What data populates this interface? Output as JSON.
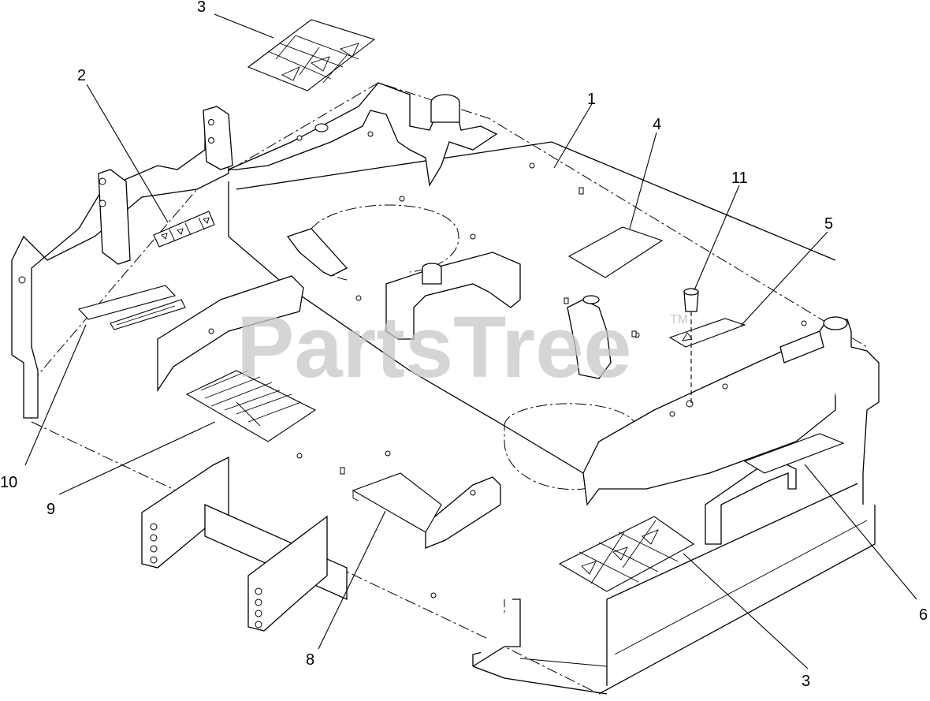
{
  "watermark": {
    "brand": "PartsTree",
    "trademark": "TM"
  },
  "callouts": [
    {
      "id": "c3a",
      "label": "3"
    },
    {
      "id": "c2",
      "label": "2"
    },
    {
      "id": "c1",
      "label": "1"
    },
    {
      "id": "c4",
      "label": "4"
    },
    {
      "id": "c11",
      "label": "11"
    },
    {
      "id": "c5",
      "label": "5"
    },
    {
      "id": "c10",
      "label": "10"
    },
    {
      "id": "c9",
      "label": "9"
    },
    {
      "id": "c8",
      "label": "8"
    },
    {
      "id": "c3b",
      "label": "3"
    },
    {
      "id": "c6",
      "label": "6"
    }
  ]
}
